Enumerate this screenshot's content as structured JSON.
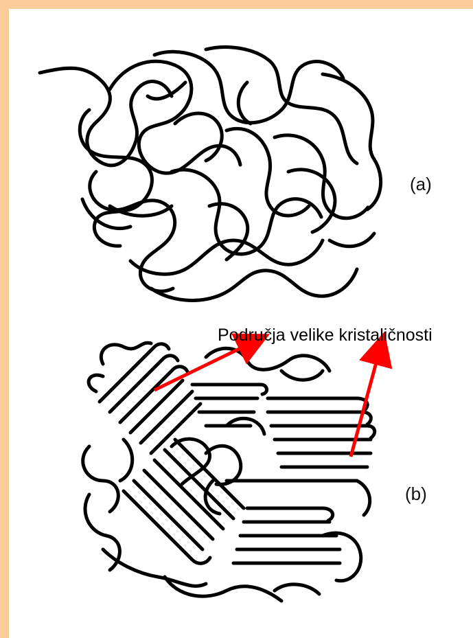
{
  "figure": {
    "label_a": "(a)",
    "label_b": "(b)",
    "annotation": "Područja velike kristaličnosti",
    "colors": {
      "frame": "#f9cc99",
      "chains": "#000000",
      "arrows": "#ff0000"
    }
  }
}
